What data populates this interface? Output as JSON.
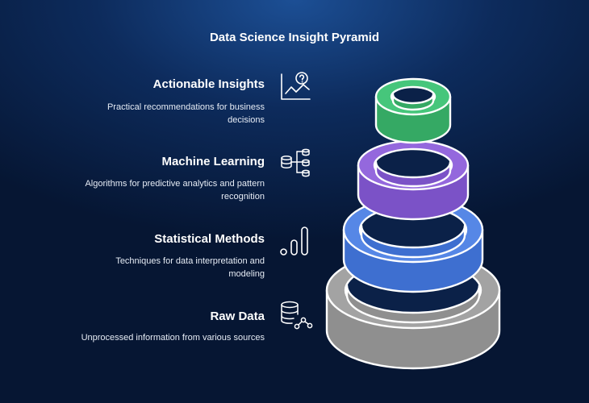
{
  "title": "Data Science Insight Pyramid",
  "colors": {
    "background": "#0d2b5c",
    "tier_actionable_insights": "#3fbd73",
    "tier_machine_learning": "#8e62d8",
    "tier_statistical_methods": "#4a7fe0",
    "tier_raw_data": "#9e9e9e",
    "stroke": "#ffffff"
  },
  "layers": [
    {
      "heading": "Actionable Insights",
      "description": "Practical recommendations for business decisions",
      "icon": "chart-question-icon"
    },
    {
      "heading": "Machine Learning",
      "description": "Algorithms for predictive analytics and pattern recognition",
      "icon": "database-network-icon"
    },
    {
      "heading": "Statistical Methods",
      "description": "Techniques for data interpretation and modeling",
      "icon": "bar-chart-icon"
    },
    {
      "heading": "Raw Data",
      "description": "Unprocessed information from various sources",
      "icon": "database-nodes-icon"
    }
  ]
}
